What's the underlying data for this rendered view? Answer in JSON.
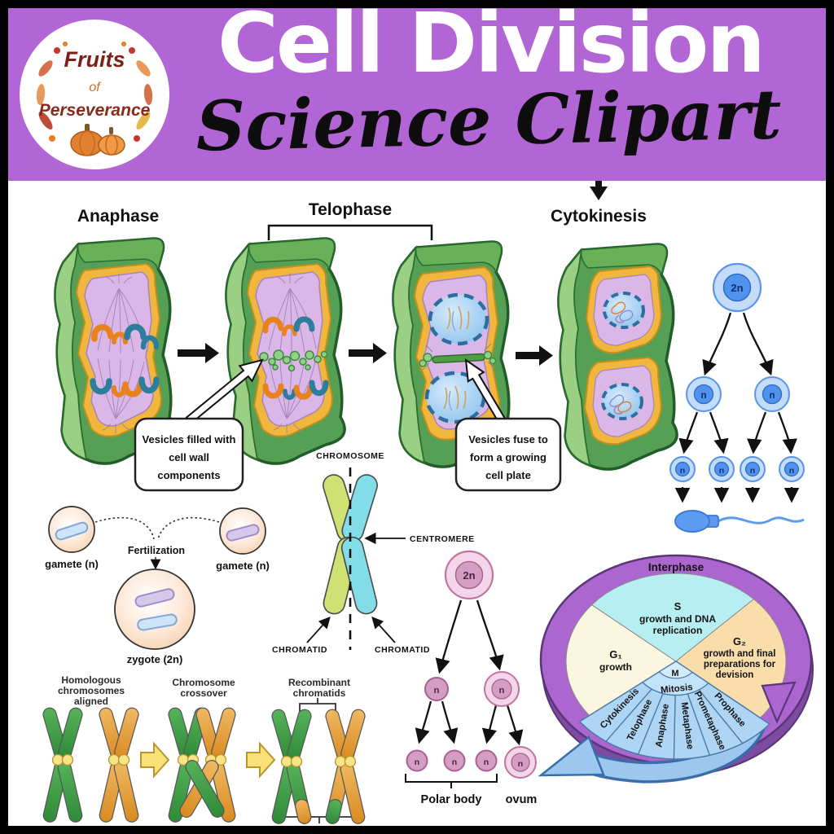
{
  "header": {
    "logo": {
      "line1": "Fruits",
      "line2": "of",
      "line3": "Perseverance"
    },
    "title": "Cell Division",
    "subtitle": "Science Clipart"
  },
  "plant_mitosis": {
    "anaphase_label": "Anaphase",
    "telophase_label": "Telophase",
    "cytokinesis_label": "Cytokinesis",
    "vesicles_filled_callout": {
      "line1": "Vesicles filled with",
      "line2": "cell wall",
      "line3": "components"
    },
    "vesicles_fuse_callout": {
      "line1": "Vesicles fuse to",
      "line2": "form a growing",
      "line3": "cell plate"
    }
  },
  "chromosome_diagram": {
    "chromosome_label": "CHROMOSOME",
    "centromere_label": "CENTROMERE",
    "chromatid_left_label": "CHROMATID",
    "chromatid_right_label": "CHROMATID"
  },
  "fertilization_diagram": {
    "gamete_left_label": "gamete (n)",
    "gamete_right_label": "gamete (n)",
    "process_label": "Fertilization",
    "zygote_label": "zygote (2n)"
  },
  "spermatogenesis": {
    "root": "2n",
    "left": "n",
    "right": "n",
    "cells": [
      "n",
      "n",
      "n",
      "n"
    ]
  },
  "oogenesis": {
    "root": "2n",
    "left": "n",
    "right": "n",
    "cells": [
      "n",
      "n",
      "n",
      "n"
    ],
    "polar_body_label": "Polar body",
    "ovum_label": "ovum"
  },
  "crossover_diagram": {
    "step1_label": {
      "line1": "Homologous",
      "line2": "chromosomes",
      "line3": "aligned"
    },
    "step2_label": {
      "line1": "Chromosome",
      "line2": "crossover"
    },
    "step3_label": {
      "line1": "Recombinant",
      "line2": "chromatids"
    }
  },
  "cell_cycle": {
    "interphase_label": "Interphase",
    "s_phase": {
      "line1": "S",
      "line2": "growth and DNA",
      "line3": "replication"
    },
    "g1_phase": {
      "line1": "G₁",
      "line2": "growth"
    },
    "g2_phase": {
      "line1": "G₂",
      "line2": "growth and final",
      "line3": "preparations for",
      "line4": "devision"
    },
    "m_label": "M",
    "mitosis_label": "Mitosis",
    "phases": [
      "Cytokinesis",
      "Telophase",
      "Anaphase",
      "Metaphase",
      "Prometaphase",
      "Prophase"
    ]
  },
  "colors": {
    "banner_purple": "#b266d6",
    "cell_green": "#55a055",
    "cell_wall_yellow": "#f0b63e",
    "cytoplasm_lavender": "#dab7e6",
    "chromosome_orange": "#e8821d",
    "chromosome_teal": "#2d7d9d",
    "sperm_blue": "#4f93ee",
    "oocyte_pink": "#d49ec4",
    "wheel_purple": "#ab66cf",
    "s_cyan": "#b7eef2",
    "g1_cream": "#fbf6e0",
    "g2_peach": "#f9ddab",
    "m_blue": "#aed6f4"
  }
}
